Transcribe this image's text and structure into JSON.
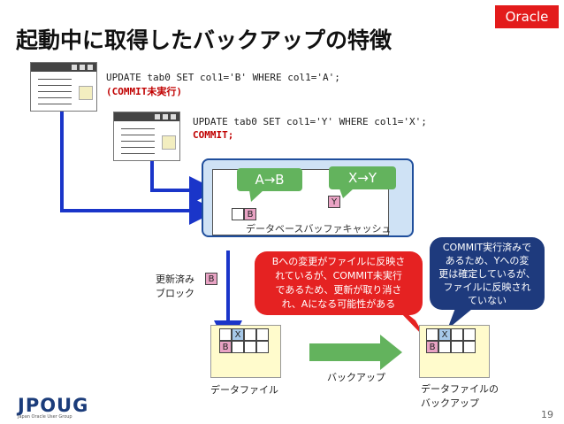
{
  "header": {
    "title": "起動中に取得したバックアップの特徴",
    "badge": "Oracle"
  },
  "sql": {
    "first_line": "UPDATE tab0 SET col1='B' WHERE col1='A';",
    "first_status": "(COMMIT未実行)",
    "second_line": "UPDATE tab0 SET col1='Y' WHERE col1='X';",
    "second_status": "COMMIT;"
  },
  "cache": {
    "label": "データベースバッファキャッシュ",
    "bubble_ab": "A→B",
    "bubble_xy": "X→Y",
    "cell_y": "Y",
    "cell_b": "B"
  },
  "block": {
    "label_line1": "更新済み",
    "label_line2": "ブロック",
    "cell_b": "B"
  },
  "datafile": {
    "label": "データファイル",
    "cell_x": "X",
    "cell_b": "B"
  },
  "backup": {
    "arrow_label": "バックアップ",
    "label_line1": "データファイルの",
    "label_line2": "バックアップ",
    "cell_x": "X",
    "cell_b": "B"
  },
  "callouts": {
    "red_lines": [
      "Bへの変更がファイルに反映さ",
      "れているが、COMMIT未実行",
      "であるため、更新が取り消さ",
      "れ、Aになる可能性がある"
    ],
    "navy_lines": [
      "COMMIT実行済みで",
      "あるため、Yへの変",
      "更は確定しているが、",
      "ファイルに反映され",
      "ていない"
    ]
  },
  "footer": {
    "logo": "JPOUG",
    "logo_sub": "Japan Oracle User Group",
    "page_number": "19"
  },
  "colors": {
    "accent_red": "#e31b1b",
    "arrow_blue": "#1a35c9",
    "navy": "#1e3a7d",
    "green": "#63b35d"
  }
}
